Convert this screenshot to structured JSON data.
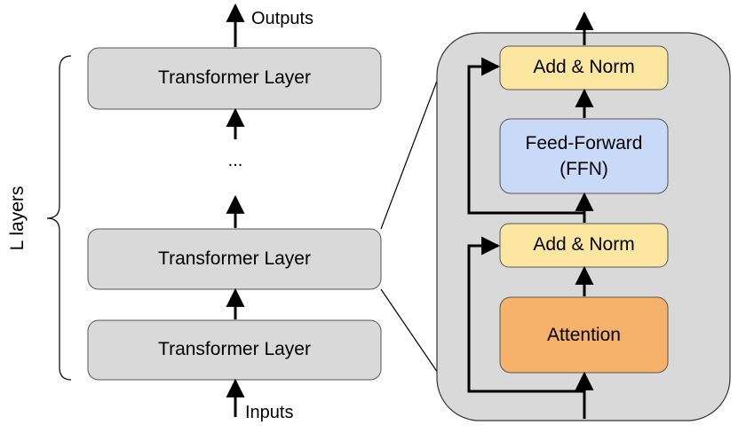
{
  "left_stack": {
    "layer_top": "Transformer Layer",
    "ellipsis": "...",
    "layer_middle": "Transformer Layer",
    "layer_bottom": "Transformer Layer",
    "outputs_label": "Outputs",
    "inputs_label": "Inputs",
    "brace_label": "L layers"
  },
  "detail": {
    "add_norm_top": "Add & Norm",
    "ffn_line1": "Feed-Forward",
    "ffn_line2": "(FFN)",
    "add_norm_bottom": "Add & Norm",
    "attention": "Attention"
  },
  "colors": {
    "layer_fill": "#d9d9d9",
    "container_fill": "#d9d9d9",
    "add_norm_fill": "#fde6a0",
    "ffn_fill": "#c9daf8",
    "attention_fill": "#f6b26b",
    "stroke": "#000000"
  }
}
